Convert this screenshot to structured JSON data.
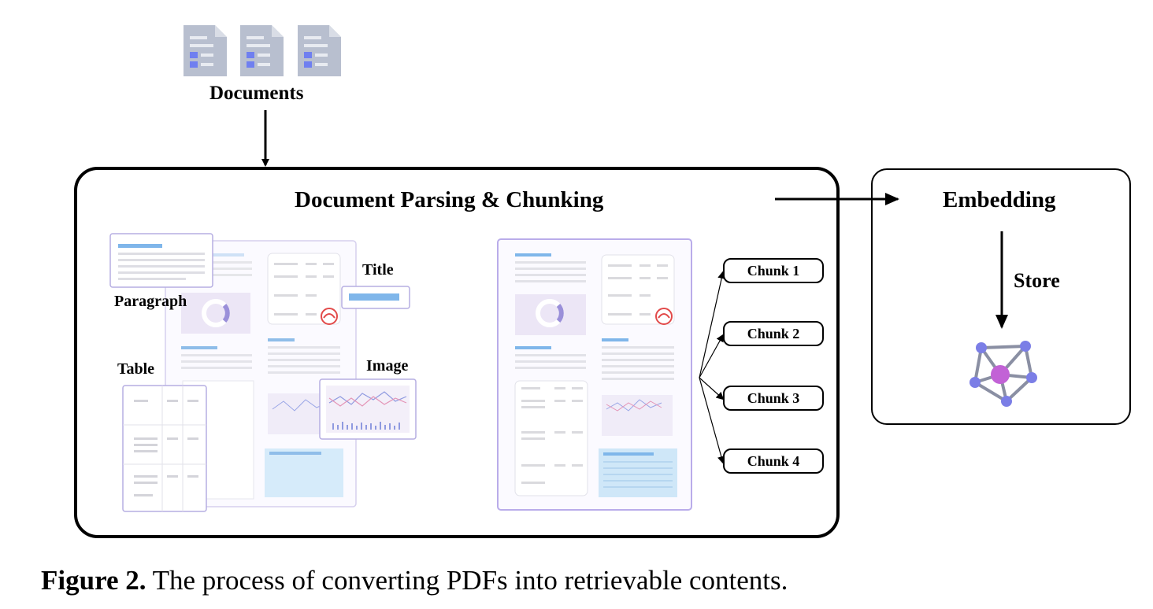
{
  "documents_label": "Documents",
  "parsing_title": "Document Parsing & Chunking",
  "embedding_title": "Embedding",
  "store_label": "Store",
  "element_labels": {
    "paragraph": "Paragraph",
    "title": "Title",
    "table": "Table",
    "image": "Image"
  },
  "chunks": [
    "Chunk 1",
    "Chunk 2",
    "Chunk 3",
    "Chunk 4"
  ],
  "caption": {
    "prefix": "Figure 2.",
    "text": " The process of converting PDFs into retrievable contents."
  },
  "colors": {
    "doc_icon": "#8a93a8",
    "accent_blue": "#7fb6ea",
    "frame_purple": "#b7a9e6",
    "graph_node": "#7b7ee6",
    "graph_center": "#c262d6"
  }
}
